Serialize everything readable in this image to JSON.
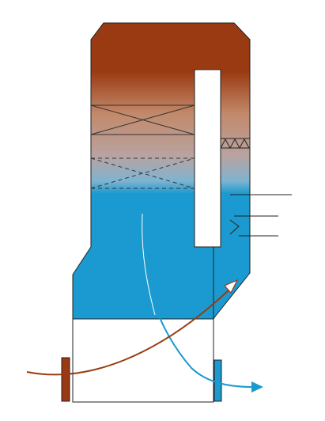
{
  "colors": {
    "hot": "#9a3a12",
    "cold": "#1a9ad0",
    "outline": "#222222",
    "background": "#ffffff",
    "hot_flow": "#9a3a12",
    "cold_flow": "#1a9ad0",
    "hot_arrowhead_fill": "#ffffff"
  },
  "components": [
    "column-shell",
    "upper-packing-bed",
    "lower-packing-bed",
    "riser-duct",
    "heat-exchanger-coil",
    "side-lines",
    "hot-gas-inlet",
    "cold-liquid-outlet"
  ]
}
